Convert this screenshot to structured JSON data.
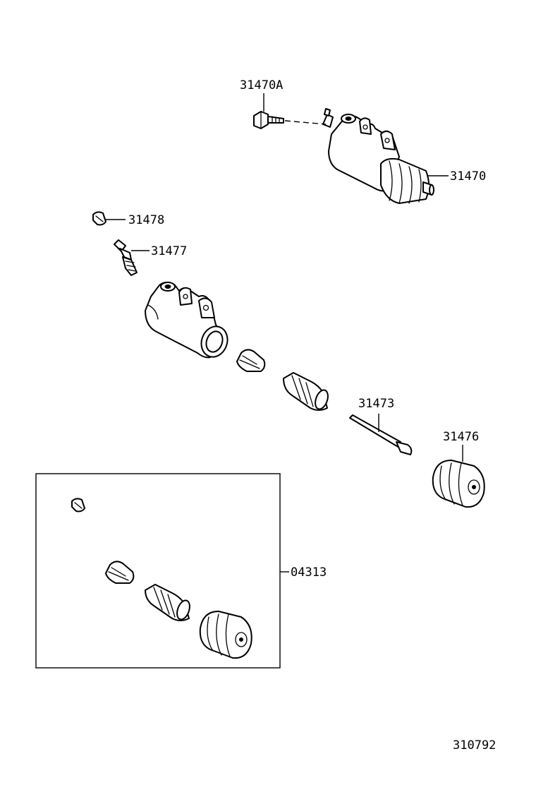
{
  "labels": {
    "bolt_31470a": "31470A",
    "cylinder_31470": "31470",
    "cap_31478": "31478",
    "bleeder_31477": "31477",
    "rod_31473": "31473",
    "boot_31476": "31476",
    "kit_04313": "04313",
    "drawing_number": "310792"
  }
}
